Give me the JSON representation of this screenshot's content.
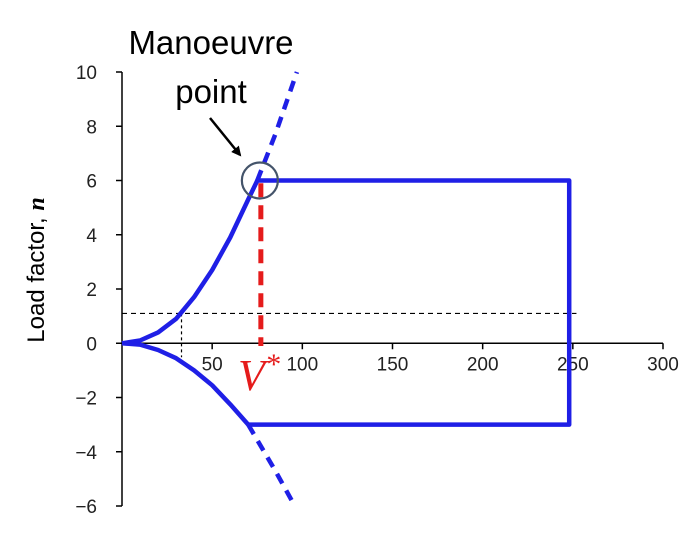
{
  "chart_data": {
    "type": "line",
    "ylabel": "Load factor, ",
    "ylabel_var": "n",
    "xlim": [
      0,
      300
    ],
    "ylim": [
      -6,
      10
    ],
    "xticks": [
      50,
      100,
      150,
      200,
      250,
      300
    ],
    "yticks": [
      10,
      8,
      6,
      4,
      2,
      0,
      -2,
      -4,
      -6
    ],
    "ytick_labels": [
      "10",
      "8",
      "6",
      "4",
      "2",
      "0",
      "−2",
      "−4",
      "−6"
    ],
    "grid": false,
    "series": [
      {
        "style": "solid",
        "color": "#1f1fe6",
        "x": [
          0,
          10,
          20,
          30,
          40,
          50,
          60,
          70,
          75,
          110,
          150,
          200,
          248,
          248,
          200,
          150,
          110,
          70
        ],
        "y": [
          0,
          0.1,
          0.4,
          0.9,
          1.7,
          2.7,
          3.9,
          5.3,
          6.0,
          6.0,
          6.0,
          6.0,
          6.0,
          -3.0,
          -3.0,
          -3.0,
          -3.0,
          -3.0
        ]
      },
      {
        "style": "solid",
        "color": "#1f1fe6",
        "x": [
          0,
          10,
          20,
          30,
          40,
          50,
          60,
          70
        ],
        "y": [
          0,
          -0.05,
          -0.25,
          -0.55,
          -1.0,
          -1.55,
          -2.25,
          -3.0
        ]
      },
      {
        "style": "dashed",
        "color": "#1f1fe6",
        "x": [
          75,
          85,
          97
        ],
        "y": [
          6.0,
          7.7,
          10.0
        ]
      },
      {
        "style": "dashed",
        "color": "#1f1fe6",
        "x": [
          70,
          85,
          95
        ],
        "y": [
          -3.0,
          -4.7,
          -5.9
        ]
      }
    ],
    "reference_lines": {
      "horizontal_n": 1.1,
      "vertical_x": 33,
      "critical_speed_x": 77
    },
    "annotations": {
      "manoeuvre_line1": "Manoeuvre",
      "manoeuvre_line2": "point",
      "vstar_base": "V",
      "vstar_sup": "*",
      "manoeuvre_point": {
        "x": 77,
        "y": 6.0
      }
    },
    "colors": {
      "envelope": "#1f1fe6",
      "critical": "#e51b1b",
      "circle": "#44546a",
      "axis": "#000000",
      "reference": "#000000"
    }
  }
}
